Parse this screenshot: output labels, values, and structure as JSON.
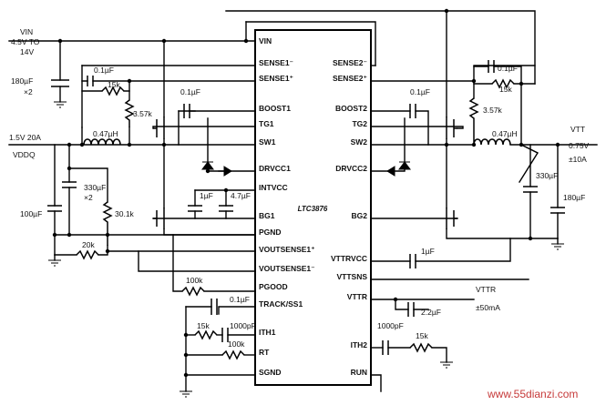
{
  "ic": {
    "part": "LTC3876",
    "left_pins": [
      "VIN",
      "SENSE1⁻",
      "SENSE1⁺",
      "BOOST1",
      "TG1",
      "SW1",
      "DRVCC1",
      "INTVCC",
      "BG1",
      "PGND",
      "VOUTSENSE1⁺",
      "VOUTSENSE1⁻",
      "PGOOD",
      "TRACK/SS1",
      "ITH1",
      "RT",
      "SGND"
    ],
    "right_pins": [
      "SENSE2⁻",
      "SENSE2⁺",
      "BOOST2",
      "TG2",
      "SW2",
      "DRVCC2",
      "BG2",
      "VTTRVCC",
      "VTTSNS",
      "VTTR",
      "ITH2",
      "RUN"
    ]
  },
  "nets": {
    "vin": [
      "VIN",
      "4.5V TO",
      "14V"
    ],
    "vddq": [
      "1.5V 20A",
      "VDDQ"
    ],
    "vtt": [
      "VTT",
      "0.75V",
      "±10A"
    ],
    "vttr": [
      "VTTR",
      "±50mA"
    ]
  },
  "components": {
    "vin_cap": [
      "180µF",
      "×2"
    ],
    "sense1_cap": "0.1µF",
    "sense1_res": "15k",
    "sense1_res2": "3.57k",
    "boost1_cap": "0.1µF",
    "inductor1": "0.47µH",
    "intvcc_cap1": "1µF",
    "intvcc_cap2": "4.7µF",
    "out1_cap_a": [
      "330µF",
      "×2"
    ],
    "out1_cap_b": "100µF",
    "fb1_res_top": "30.1k",
    "fb1_res_bot": "20k",
    "pgood_res": "100k",
    "track_cap": "0.1µF",
    "ith1_res": "15k",
    "ith1_cap": "1000pF",
    "rt_res": "100k",
    "sense2_cap": "0.1µF",
    "sense2_res": "15k",
    "sense2_res2": "3.57k",
    "boost2_cap": "0.1µF",
    "inductor2": "0.47µH",
    "out2_cap_a": "330µF",
    "out2_cap_b": "180µF",
    "vttrvcc_cap": "1µF",
    "vttr_cap": "2.2µF",
    "ith2_cap": "1000pF",
    "ith2_res": "15k"
  },
  "watermark": "www.55dianzi.com"
}
